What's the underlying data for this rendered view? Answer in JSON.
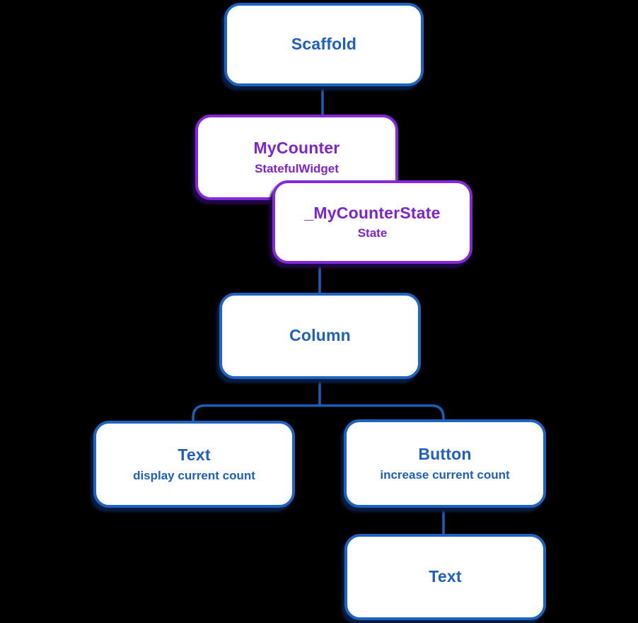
{
  "diagram": {
    "type": "widget-tree",
    "nodes": [
      {
        "id": "scaffold",
        "label": "Scaffold",
        "theme": "blue"
      },
      {
        "id": "mycounter",
        "label": "MyCounter",
        "sublabel": "StatefulWidget",
        "theme": "purple"
      },
      {
        "id": "mycounter-state",
        "label": "_MyCounterState",
        "sublabel": "State",
        "theme": "purple"
      },
      {
        "id": "column",
        "label": "Column",
        "theme": "blue"
      },
      {
        "id": "text-display",
        "label": "Text",
        "sublabel": "display current count",
        "theme": "blue"
      },
      {
        "id": "button",
        "label": "Button",
        "sublabel": "increase current count",
        "theme": "blue"
      },
      {
        "id": "text-child",
        "label": "Text",
        "theme": "blue"
      }
    ],
    "edges": [
      {
        "from": "scaffold",
        "to": "mycounter"
      },
      {
        "from": "mycounter-state",
        "to": "column"
      },
      {
        "from": "column",
        "to": "text-display"
      },
      {
        "from": "column",
        "to": "button"
      },
      {
        "from": "button",
        "to": "text-child"
      }
    ],
    "colors": {
      "background": "#000000",
      "node_fill": "#ffffff",
      "blue_border": "#1d64c2",
      "blue_text": "#1e5fc0",
      "purple_border": "#8428dc",
      "purple_text": "#7d24cf",
      "connector_line": "#1a5eb8"
    }
  }
}
